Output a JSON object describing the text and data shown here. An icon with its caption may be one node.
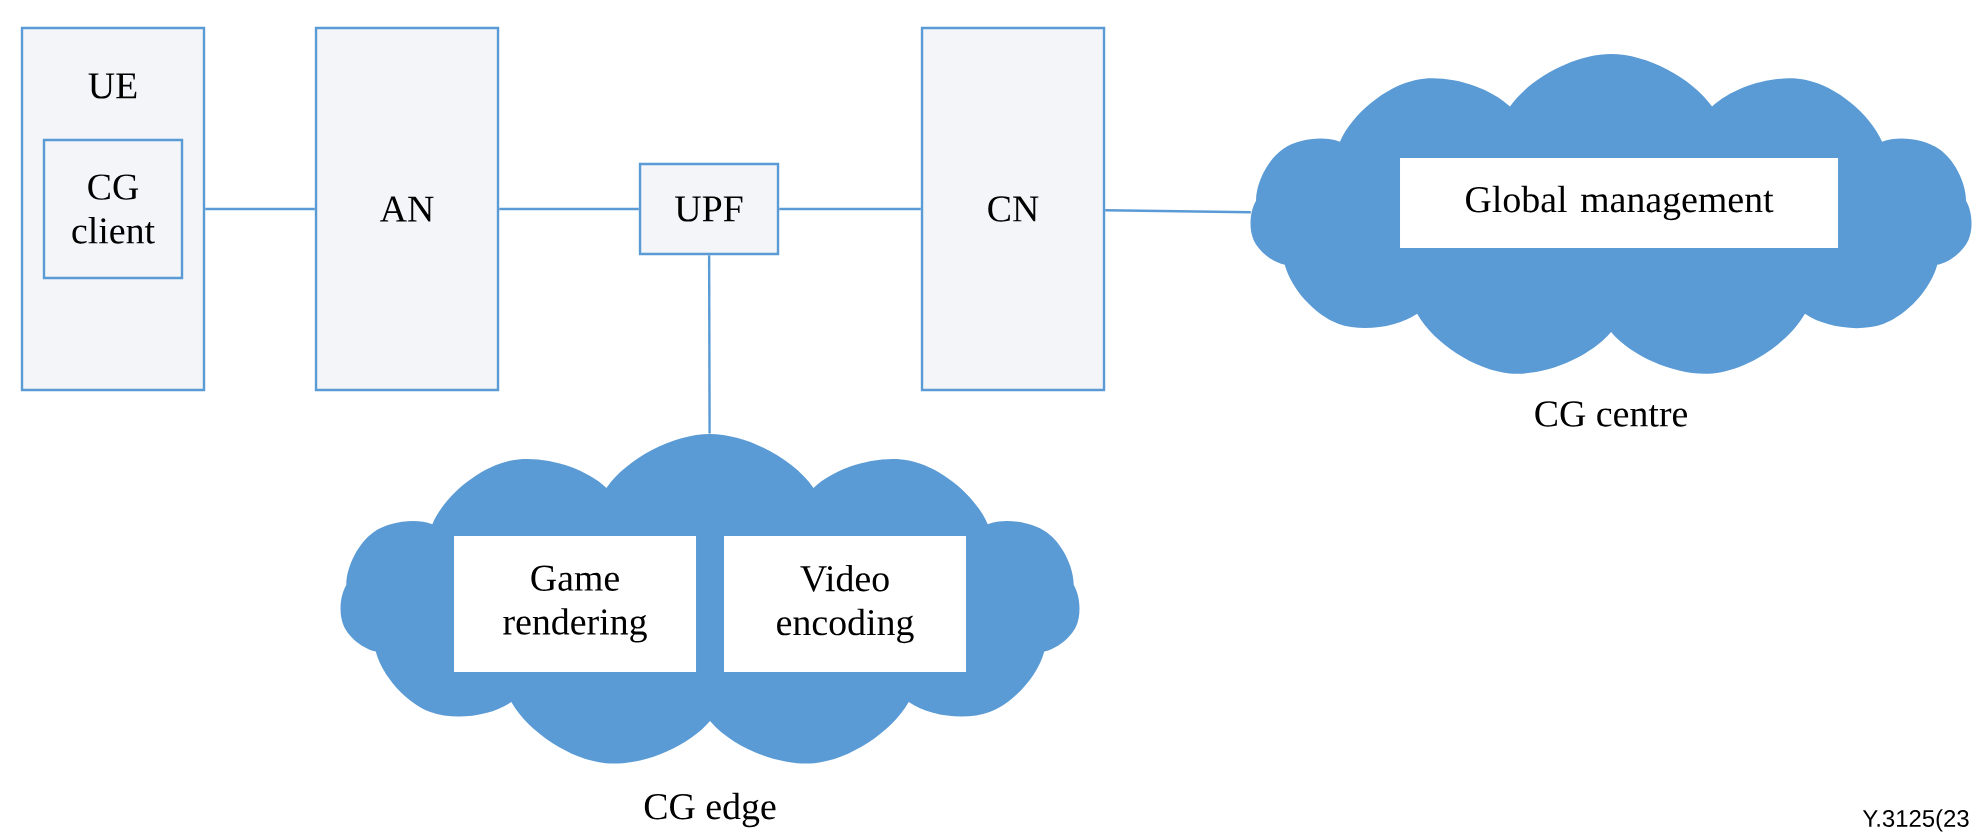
{
  "diagram": {
    "nodes": [
      {
        "text": [
          "UE"
        ]
      },
      {
        "text": [
          "CG client"
        ],
        "in": 0
      },
      {
        "text": [
          "AN"
        ]
      },
      {
        "text": [
          "UPF"
        ]
      },
      {
        "text": [
          "CN"
        ]
      },
      {
        "text": [],
        "shape": "cloud",
        "beside": [
          "CG centre"
        ]
      },
      {
        "text": [
          "Global management"
        ],
        "in": 5
      },
      {
        "text": [],
        "shape": "cloud",
        "beside": [
          "CG edge"
        ]
      },
      {
        "text": [
          "Game rendering"
        ],
        "in": 7
      },
      {
        "text": [
          "Video encoding"
        ],
        "in": 7
      }
    ],
    "edges": [
      {
        "from": 0,
        "to": 2,
        "arrow": "none"
      },
      {
        "from": 2,
        "to": 3,
        "arrow": "none"
      },
      {
        "from": 3,
        "to": 4,
        "arrow": "none"
      },
      {
        "from": 4,
        "to": 5,
        "arrow": "none"
      },
      {
        "from": 3,
        "to": 7,
        "arrow": "none"
      }
    ],
    "labels": [
      "Y.3125(23"
    ]
  }
}
